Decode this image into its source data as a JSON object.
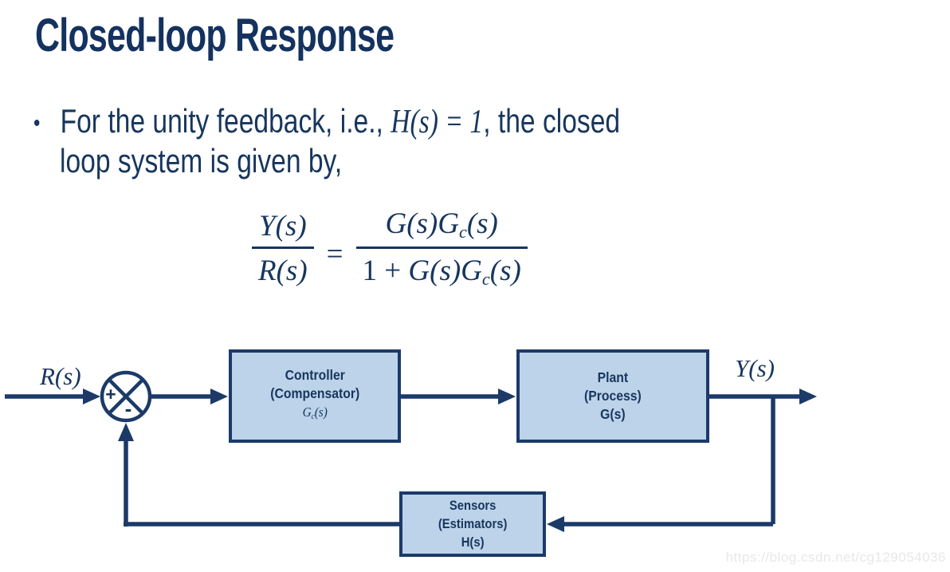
{
  "slide_title": "Closed-loop Response",
  "bullet": {
    "marker": "•",
    "pre_math": "For the unity feedback, i.e., ",
    "math": "H(s) = 1",
    "post_math": ", the closed",
    "line2": "loop system is given by,"
  },
  "equation": {
    "lhs_num": "Y(s)",
    "lhs_den": "R(s)",
    "equals_sign": "=",
    "rhs_num_main": "G(s)G",
    "rhs_num_sub": "c",
    "rhs_num_tail": "(s)",
    "rhs_den_prefix": "1 + ",
    "rhs_den_main": "G(s)G",
    "rhs_den_sub": "c",
    "rhs_den_tail": "(s)"
  },
  "diagram": {
    "input_label": "R(s)",
    "output_label": "Y(s)",
    "summing_junction": {
      "plus": "+",
      "minus": "-"
    },
    "controller_block": {
      "line1": "Controller",
      "line2": "(Compensator)",
      "tf_main": "G",
      "tf_sub": "c",
      "tf_tail": "(s)"
    },
    "plant_block": {
      "line1": "Plant",
      "line2": "(Process)",
      "line3": "G(s)"
    },
    "sensors_block": {
      "line1": "Sensors",
      "line2": "(Estimators)",
      "line3": "H(s)"
    }
  },
  "watermark": "https://blog.csdn.net/cg129054036",
  "colors": {
    "text_navy": "#17365d",
    "line_navy": "#1b3a68",
    "block_fill": "#bdd3ea",
    "watermark_gray": "#e8e8e8"
  }
}
